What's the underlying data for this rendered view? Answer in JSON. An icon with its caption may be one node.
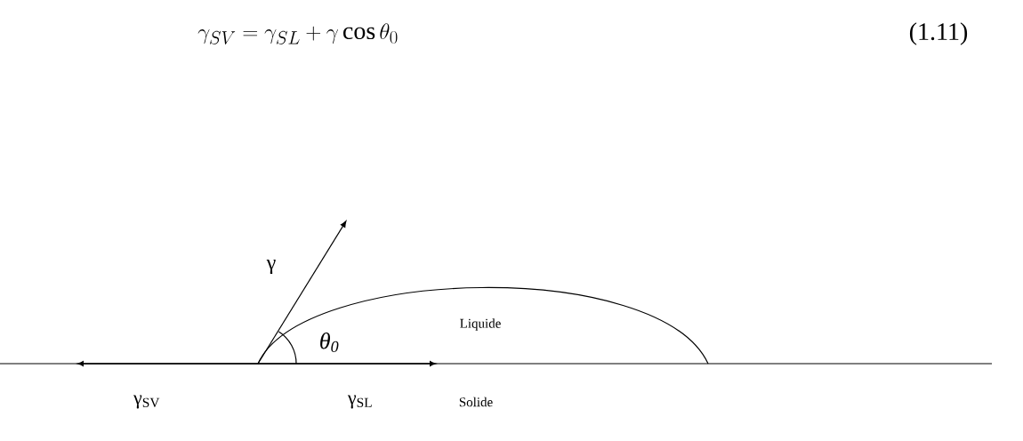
{
  "diagram": {
    "labels": [
      "\\gamma_{SV} = \\gamma_{SL} + \\gamma\\cos\\theta_{0}",
      "(1.11)",
      "γ",
      "Liquide",
      "*θ$_{0}$*",
      "γ$_{SV}$",
      "γ$_{SL}$",
      "Solide"
    ]
  }
}
